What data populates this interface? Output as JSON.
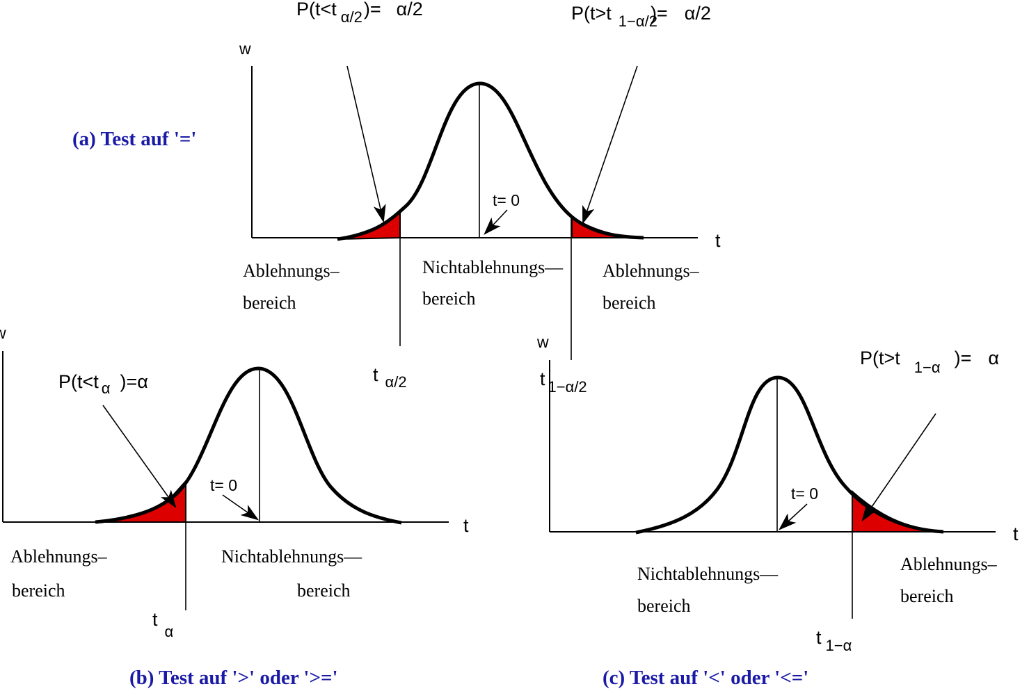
{
  "caption_a": "(a) Test auf '='",
  "caption_b": "(b) Test auf '>' oder '>='",
  "caption_c": "(c) Test auf '<' oder '<='",
  "axis_w": "w",
  "axis_t": "t",
  "t_zero": "t= 0",
  "reject_line1": "Ablehnungs–",
  "reject_line2": "bereich",
  "accept_line1": "Nichtablehnungs––",
  "accept_line2": "bereich",
  "a_left_prob": "P(t<t",
  "a_left_prob_sub": "α/2",
  "a_left_prob_eq": ")=",
  "a_left_prob_val": "α/2",
  "a_right_prob": "P(t>t",
  "a_right_prob_sub": "1−α/2",
  "a_right_prob_eq": ")=",
  "a_right_prob_val": "α/2",
  "a_tick_left": "t",
  "a_tick_left_sub": "α/2",
  "a_tick_right": "t",
  "a_tick_right_sub": "1−α/2",
  "b_prob": "P(t<t",
  "b_prob_sub": "α",
  "b_prob_eq": ")=α",
  "b_tick": "t",
  "b_tick_sub": "α",
  "c_prob": "P(t>t",
  "c_prob_sub": "1−α",
  "c_prob_eq": ")=",
  "c_prob_val": "α",
  "c_tick": "t",
  "c_tick_sub": "1−α",
  "colors": {
    "rejection_fill": "#dd0000",
    "caption": "#1a1aa6",
    "curve": "#000000"
  }
}
